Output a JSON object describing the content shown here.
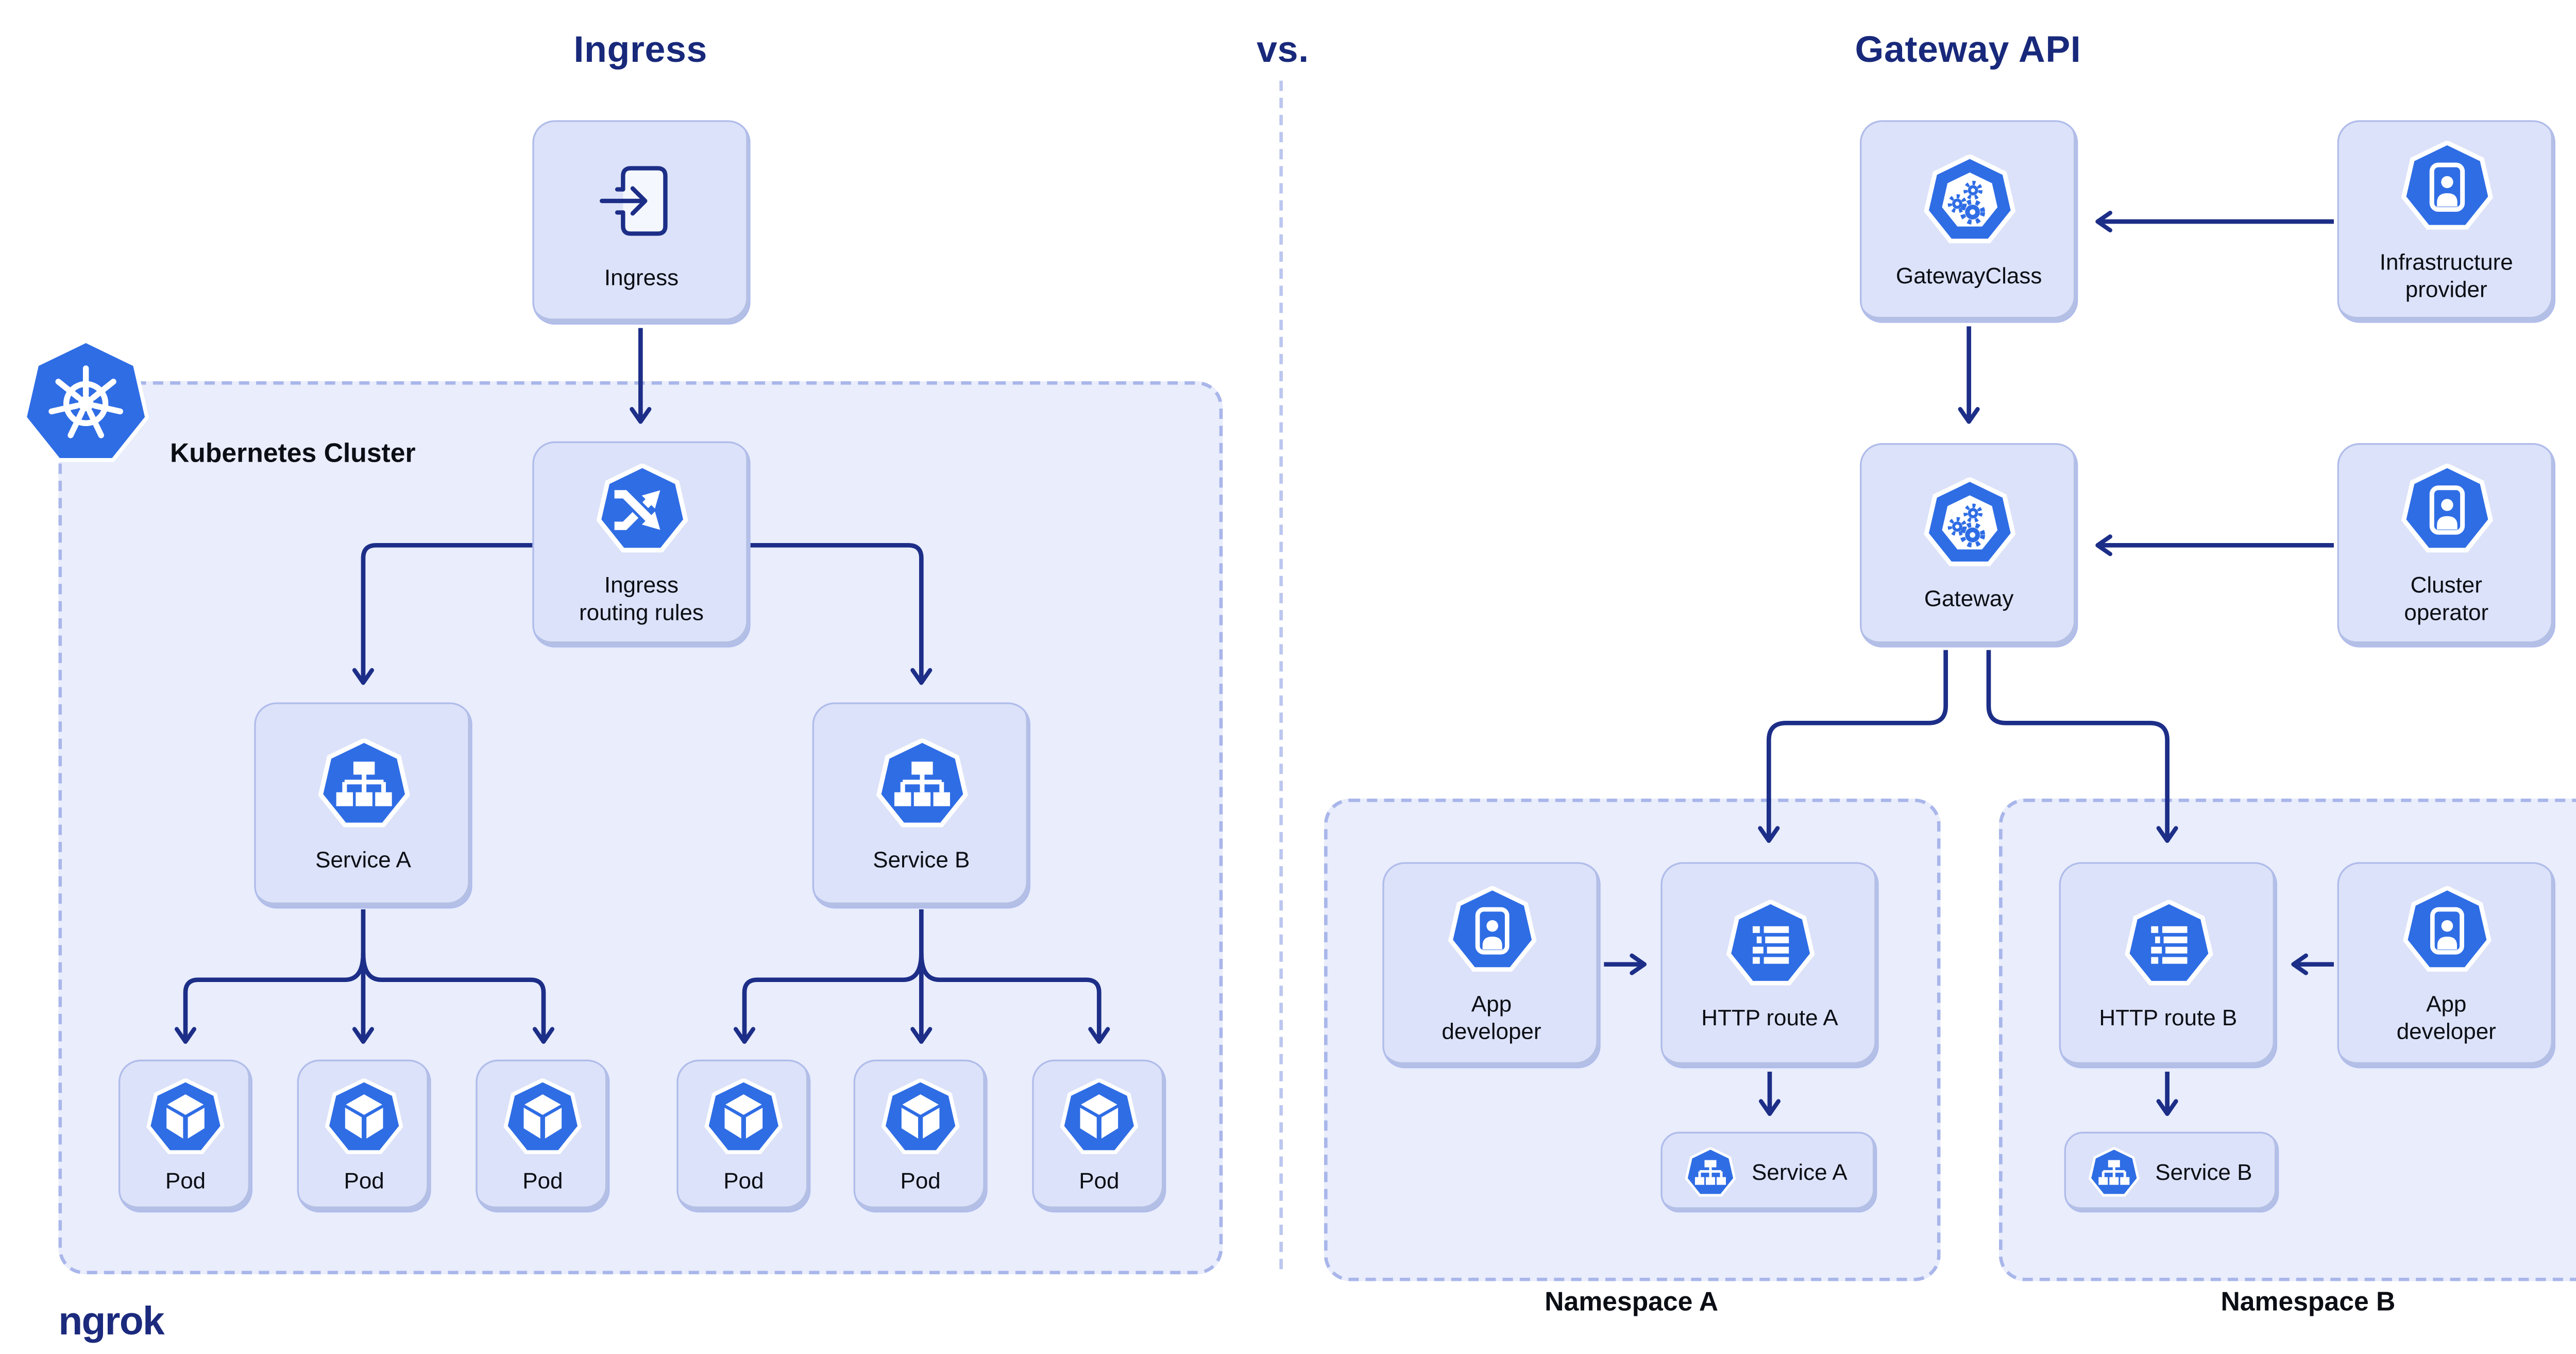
{
  "titles": {
    "left": "Ingress",
    "divider": "vs.",
    "right": "Gateway API"
  },
  "footer": {
    "logo": "ngrok"
  },
  "left": {
    "ingress_node": {
      "label": "Ingress",
      "icon": "enter-arrow-icon"
    },
    "cluster": {
      "label": "Kubernetes Cluster",
      "icon": "kubernetes-wheel-icon"
    },
    "routing_node": {
      "label": "Ingress\nrouting rules",
      "icon": "shuffle-arrows-icon"
    },
    "service_a": {
      "label": "Service A",
      "icon": "service-sitemap-icon"
    },
    "service_b": {
      "label": "Service B",
      "icon": "service-sitemap-icon"
    },
    "pods": [
      "Pod",
      "Pod",
      "Pod",
      "Pod",
      "Pod",
      "Pod"
    ],
    "pod_icon": "pod-cube-icon"
  },
  "right": {
    "gatewayclass": {
      "label": "GatewayClass",
      "icon": "gears-heptagon-icon"
    },
    "infrastructure_provider": {
      "label": "Infrastructure\nprovider",
      "icon": "person-badge-icon"
    },
    "gateway": {
      "label": "Gateway",
      "icon": "gears-heptagon-icon"
    },
    "cluster_operator": {
      "label": "Cluster\noperator",
      "icon": "person-badge-icon"
    },
    "namespace_a": {
      "label": "Namespace A",
      "app_developer": "App\ndeveloper",
      "http_route": "HTTP route A",
      "service": "Service A"
    },
    "namespace_b": {
      "label": "Namespace B",
      "app_developer": "App\ndeveloper",
      "http_route": "HTTP route B",
      "service": "Service B"
    }
  },
  "colors": {
    "background": "#ffffff",
    "accent_blue": "#2f6de5",
    "line_navy": "#1c2e87",
    "title_navy": "#18297b",
    "node_fill": "#dce2f9",
    "node_border": "#b0bcea",
    "container_fill": "#e9edfc",
    "dashed_border": "#a9b6ea",
    "text": "#0b0e14",
    "logo_navy": "#1b2a7d"
  }
}
